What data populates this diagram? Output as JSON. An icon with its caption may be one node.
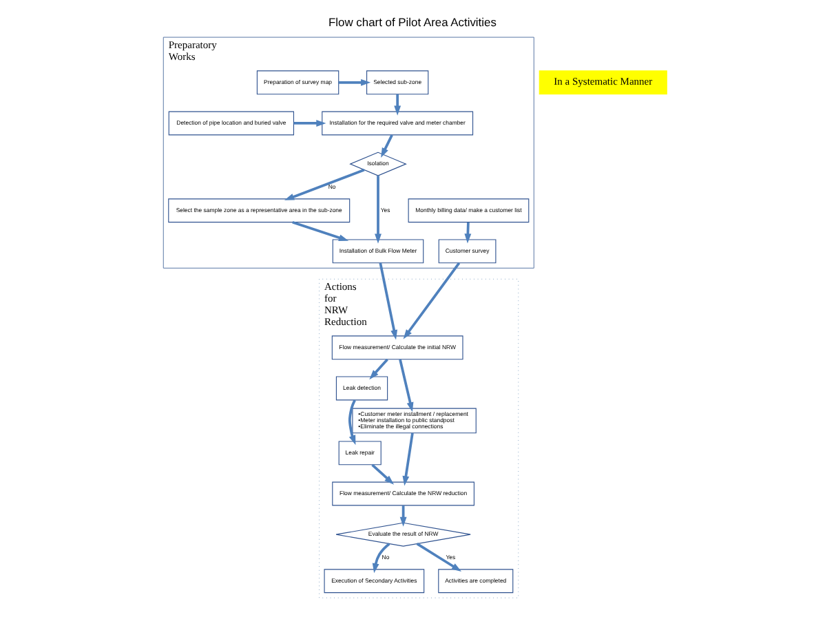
{
  "diagram": {
    "title": "Flow chart of Pilot Area Activities",
    "nodes": [
      {
        "text": [
          "Preparatory Works"
        ]
      },
      {
        "text": [
          "Selected sub-zone"
        ],
        "in": 0
      },
      {
        "text": [
          "Preparation of survey map"
        ],
        "in": 0
      },
      {
        "text": [
          "Installation for the required valve and meter chamber"
        ],
        "in": 0
      },
      {
        "text": [
          "Detection of pipe location and buried valve"
        ],
        "in": 0
      },
      {
        "text": [
          "Isolation"
        ],
        "in": 0
      },
      {
        "text": [
          "Select the sample zone as a representative area in the sub-zone"
        ],
        "in": 0
      },
      {
        "text": [
          "Monthly billing data/ make a customer list"
        ],
        "in": 0
      },
      {
        "text": [
          "Installation of Bulk Flow Meter"
        ],
        "in": 0
      },
      {
        "text": [
          "Customer survey"
        ],
        "in": 0
      },
      {
        "text": [
          "Actions for NRW Reduction"
        ]
      },
      {
        "text": [
          "Flow measurement/ Calculate the initial NRW"
        ],
        "in": 10
      },
      {
        "text": [
          "Leak detection"
        ],
        "in": 10
      },
      {
        "text": [
          "Leak repair"
        ],
        "in": 10
      },
      {
        "text": [
          "•Customer meter installment / replacement",
          "•Meter installation to public standpost",
          "•Eliminate the illegal connections"
        ],
        "in": 10
      },
      {
        "text": [
          "Flow measurement/ Calculate the NRW reduction"
        ],
        "in": 10
      },
      {
        "text": [
          "Evaluate the result of NRW"
        ],
        "in": 10
      },
      {
        "text": [
          "Execution of Secondary Activities"
        ],
        "in": 10
      },
      {
        "text": [
          "Activities are completed"
        ],
        "in": 10
      },
      {
        "text": [
          "In a Systematic Manner"
        ]
      }
    ],
    "edges": [
      {
        "from": 2,
        "to": 1,
        "arrow": "to"
      },
      {
        "from": 1,
        "to": 3,
        "arrow": "to"
      },
      {
        "from": 4,
        "to": 3,
        "arrow": "to"
      },
      {
        "from": 3,
        "to": 5,
        "arrow": "to"
      },
      {
        "from": 5,
        "to": 6,
        "arrow": "to",
        "label": "No"
      },
      {
        "from": 5,
        "to": 8,
        "arrow": "to",
        "label": "Yes"
      },
      {
        "from": 6,
        "to": 8,
        "arrow": "to"
      },
      {
        "from": 7,
        "to": 9,
        "arrow": "to"
      },
      {
        "from": 8,
        "to": 11,
        "arrow": "to"
      },
      {
        "from": 9,
        "to": 11,
        "arrow": "to"
      },
      {
        "from": 11,
        "to": 12,
        "arrow": "to"
      },
      {
        "from": 11,
        "to": 14,
        "arrow": "to"
      },
      {
        "from": 12,
        "to": 13,
        "arrow": "to"
      },
      {
        "from": 13,
        "to": 15,
        "arrow": "to"
      },
      {
        "from": 14,
        "to": 15,
        "arrow": "to"
      },
      {
        "from": 15,
        "to": 16,
        "arrow": "to"
      },
      {
        "from": 16,
        "to": 17,
        "arrow": "to",
        "label": "No"
      },
      {
        "from": 16,
        "to": 18,
        "arrow": "to",
        "label": "Yes"
      }
    ]
  }
}
